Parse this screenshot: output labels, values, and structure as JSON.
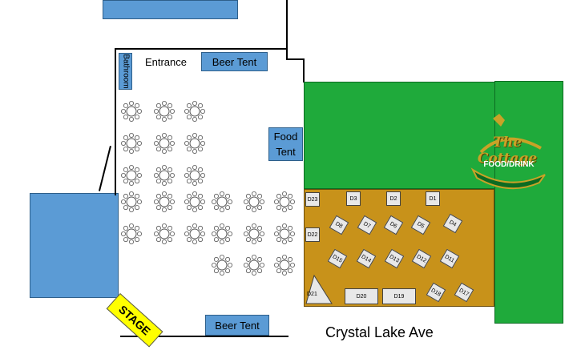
{
  "labels": {
    "entrance": "Entrance",
    "beer_tent_top": "Beer Tent",
    "beer_tent_bottom": "Beer Tent",
    "bathroom": "Bathroom",
    "food_tent_line1": "Food",
    "food_tent_line2": "Tent",
    "stage": "STAGE",
    "street": "Crystal Lake Ave"
  },
  "logo": {
    "name": "The Cottage",
    "tagline": "FOOD/DRINK"
  },
  "colors": {
    "blue_area": "#5b9bd5",
    "green_area": "#1faa3b",
    "vendor_area": "#c8921a",
    "stage": "#ffff00",
    "logo_gold": "#c9a227"
  },
  "booths": {
    "D1": "D1",
    "D2": "D2",
    "D3": "D3",
    "D4": "D4",
    "D5": "D5",
    "D6": "D6",
    "D7": "D7",
    "D8": "D8",
    "D11": "D11",
    "D12": "D12",
    "D13": "D13",
    "D14": "D14",
    "D15": "D15",
    "D17": "D17",
    "D18": "D18",
    "D19": "D19",
    "D20": "D20",
    "D21": "D21",
    "D22": "D22",
    "D23": "D23"
  }
}
